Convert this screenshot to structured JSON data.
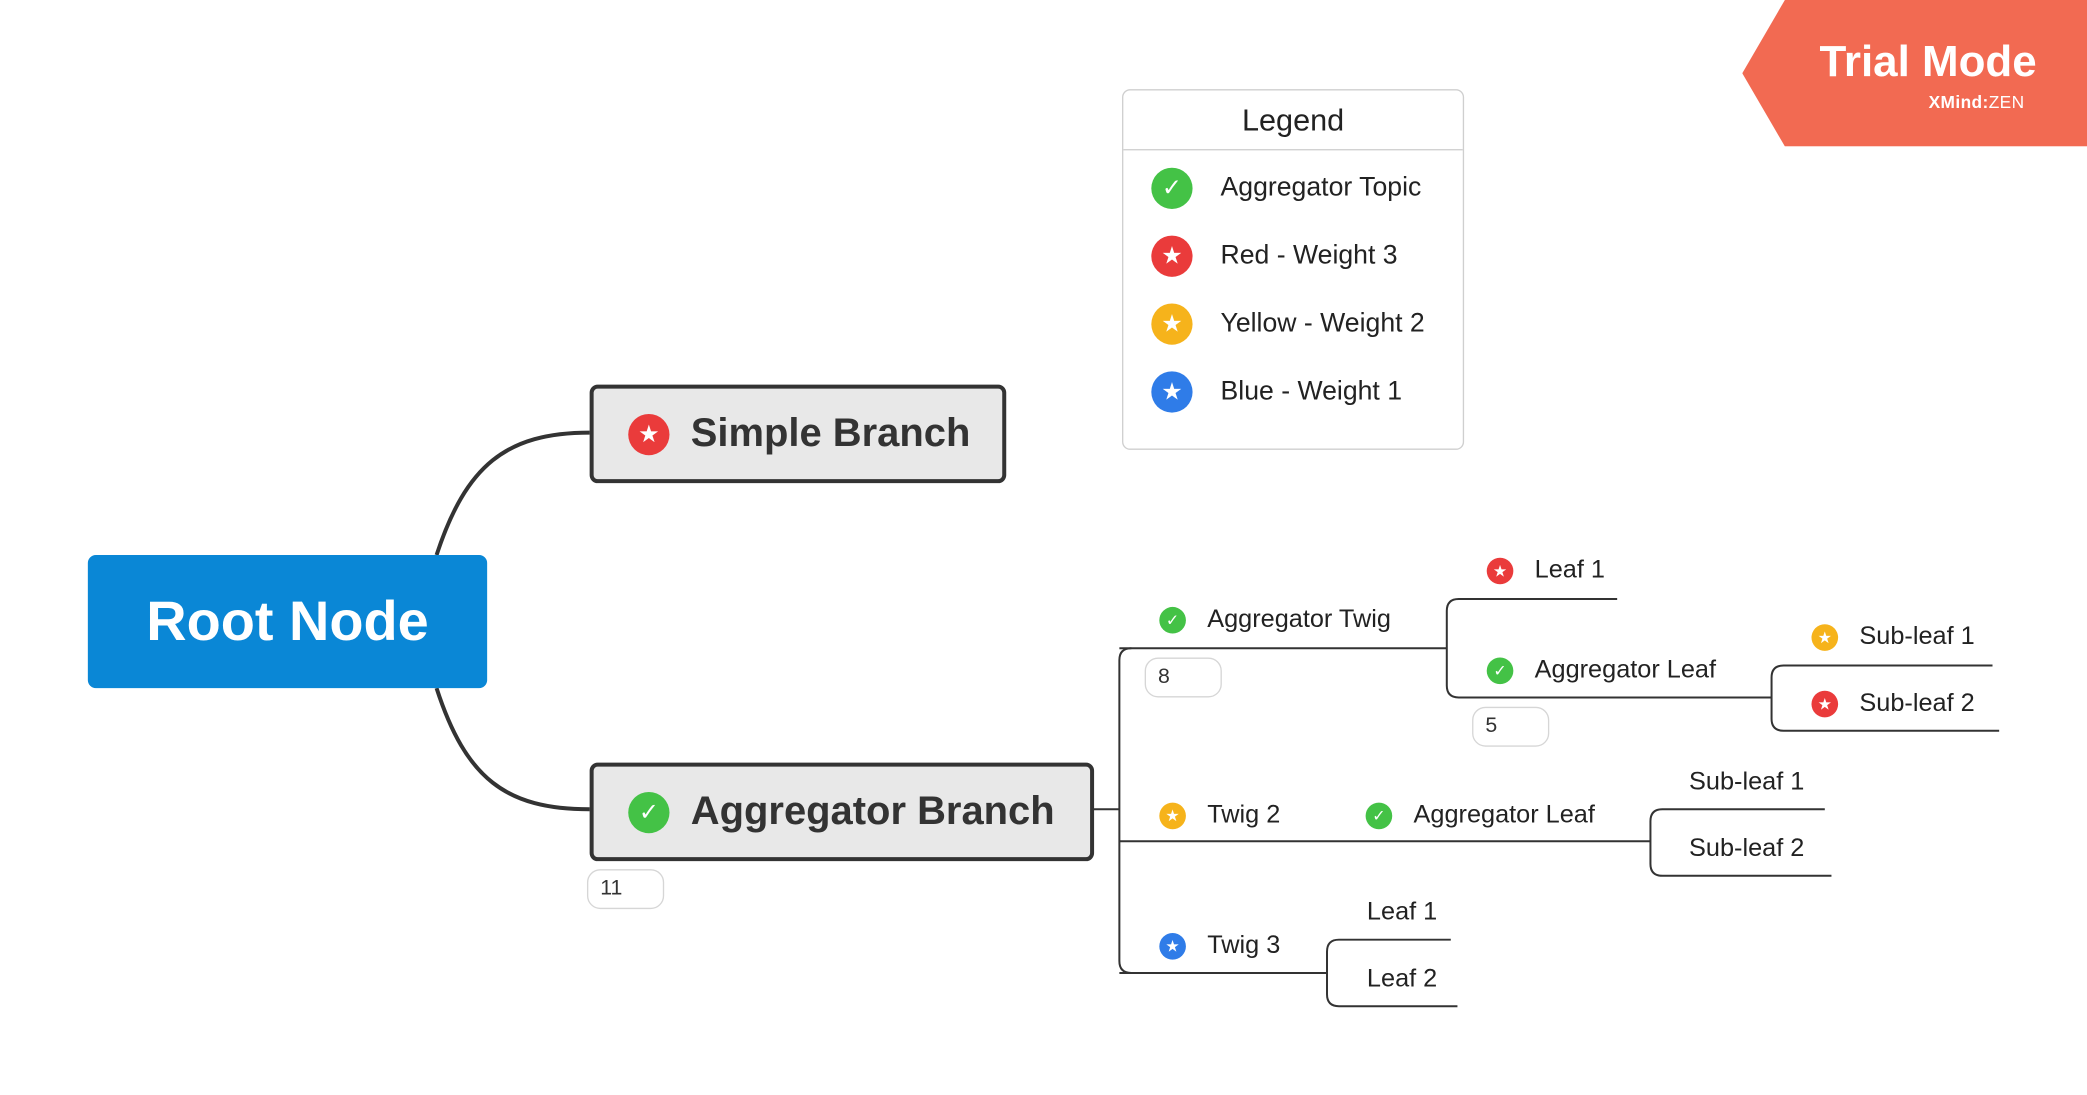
{
  "trial": {
    "title": "Trial Mode",
    "brand": "XMind",
    "brand_sep": ":",
    "brand_suffix": "ZEN",
    "color": "#f26a52"
  },
  "legend": {
    "title": "Legend",
    "items": [
      {
        "label": "Aggregator Topic",
        "icon": "check-icon",
        "color": "#44c246"
      },
      {
        "label": "Red - Weight 3",
        "icon": "star-icon",
        "color": "#ea3b3b"
      },
      {
        "label": "Yellow - Weight 2",
        "icon": "star-icon",
        "color": "#f6b31b"
      },
      {
        "label": "Blue - Weight 1",
        "icon": "star-icon",
        "color": "#2f7ce8"
      }
    ]
  },
  "map": {
    "root": {
      "label": "Root Node",
      "color": "#0a87d6"
    },
    "simple_branch": {
      "label": "Simple Branch",
      "marker": "red-star"
    },
    "aggregator_branch": {
      "label": "Aggregator Branch",
      "marker": "green-check",
      "count": "11",
      "twigs": [
        {
          "label": "Aggregator Twig",
          "marker": "green-check",
          "count": "8",
          "children": [
            {
              "label": "Leaf 1",
              "marker": "red-star"
            },
            {
              "label": "Aggregator Leaf",
              "marker": "green-check",
              "count": "5",
              "children": [
                {
                  "label": "Sub-leaf 1",
                  "marker": "yellow-star"
                },
                {
                  "label": "Sub-leaf 2",
                  "marker": "red-star"
                }
              ]
            }
          ]
        },
        {
          "label": "Twig 2",
          "marker": "yellow-star",
          "children": [
            {
              "label": "Aggregator Leaf",
              "marker": "green-check",
              "children": [
                {
                  "label": "Sub-leaf 1"
                },
                {
                  "label": "Sub-leaf 2"
                }
              ]
            }
          ]
        },
        {
          "label": "Twig 3",
          "marker": "blue-star",
          "children": [
            {
              "label": "Leaf 1"
            },
            {
              "label": "Leaf 2"
            }
          ]
        }
      ]
    }
  }
}
